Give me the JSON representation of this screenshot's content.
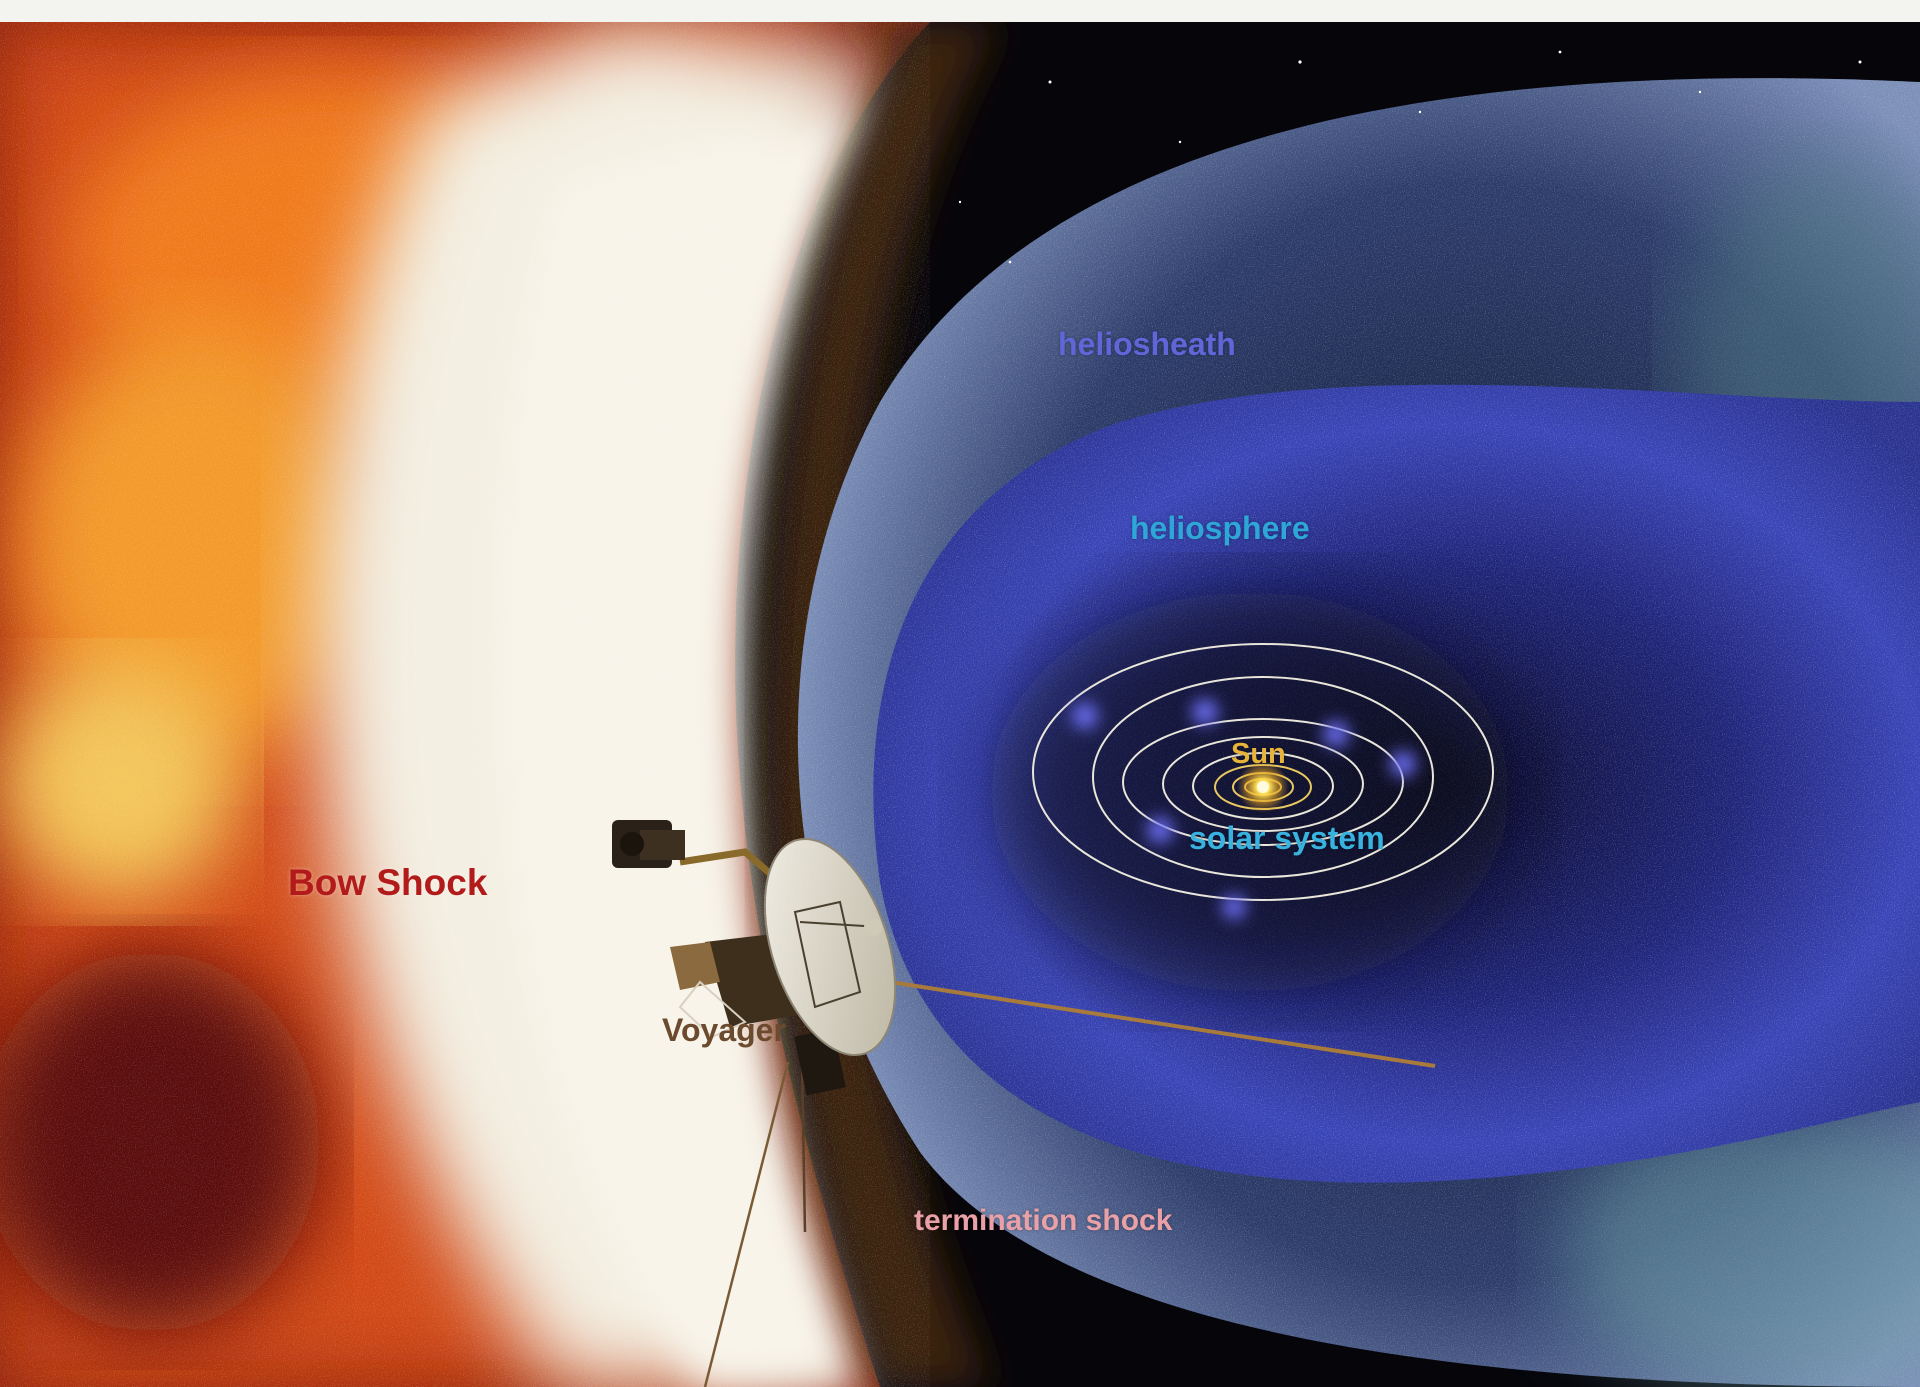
{
  "labels": {
    "heliosheath": "heliosheath",
    "heliosphere": "heliosphere",
    "sun": "Sun",
    "solar_system": "solar system",
    "bow_shock": "Bow Shock",
    "voyager": "Voyager",
    "termination_shock": "termination shock"
  },
  "colors": {
    "bow_shock_label": "#b31b1b",
    "heliosheath_label": "#5f66d8",
    "heliosphere_label": "#2fa6d8",
    "sun_label": "#e7b43a",
    "solar_system_label": "#38b3e0",
    "termination_shock_label": "#e9a0a7",
    "voyager_label": "#6b4a2e"
  }
}
